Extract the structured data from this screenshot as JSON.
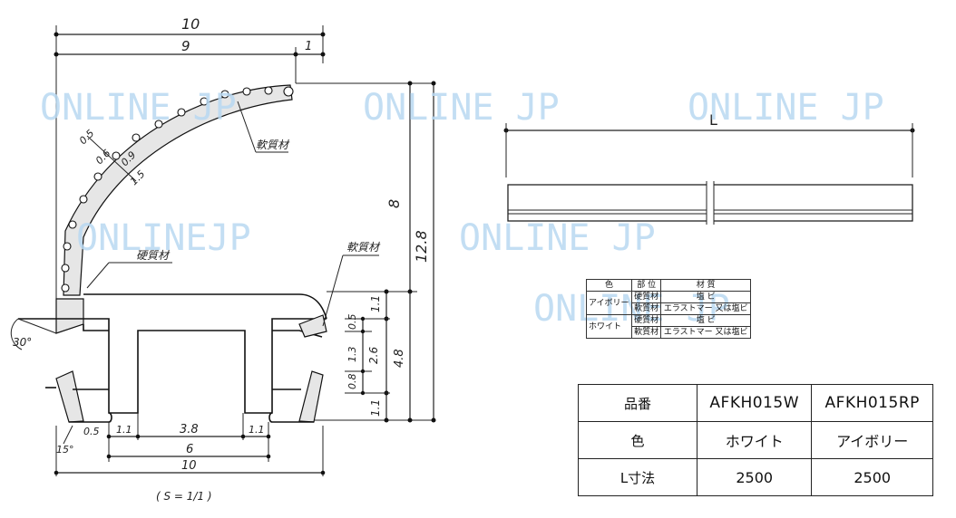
{
  "watermark": "ONLINE JP",
  "watermark_alt": "ONLINEJP",
  "dimensions": {
    "total_width_top": "10",
    "inner_width": "9",
    "offset_right": "1",
    "height_upper": "8",
    "height_total": "12.8",
    "thk_a": "0.5",
    "thk_b": "0.6",
    "thk_c": "0.9",
    "thk_d": "1.5",
    "stack_a": "1.1",
    "stack_b": "0.5",
    "stack_c": "1.3",
    "stack_d": "0.8",
    "stack_e": "2.6",
    "stack_f": "4.8",
    "stack_g": "1.1",
    "bottom_left": "1.1",
    "bottom_mid": "3.8",
    "bottom_right": "1.1",
    "bottom_six": "6",
    "bottom_total": "10",
    "angle_left": "30°",
    "angle_bottom": "15°",
    "tip": "0.5",
    "scale": "( S = 1/1 )"
  },
  "labels": {
    "soft_material_top": "軟質材",
    "hard_material": "硬質材",
    "soft_material_right": "軟質材",
    "length": "L"
  },
  "spec_table": {
    "headers": [
      "色",
      "部 位",
      "材 質"
    ],
    "rows": [
      {
        "color": "アイボリー",
        "part": "硬質材",
        "material": "塩 ビ"
      },
      {
        "color": "",
        "part": "軟質材",
        "material": "エラストマー 又は塩ビ"
      },
      {
        "color": "ホワイト",
        "part": "硬質材",
        "material": "塩 ビ"
      },
      {
        "color": "",
        "part": "軟質材",
        "material": "エラストマー 又は塩ビ"
      }
    ]
  },
  "product_table": {
    "row_labels": [
      "品番",
      "色",
      "L寸法"
    ],
    "columns": [
      {
        "code": "AFKH015W",
        "color": "ホワイト",
        "length": "2500"
      },
      {
        "code": "AFKH015RP",
        "color": "アイボリー",
        "length": "2500"
      }
    ]
  }
}
